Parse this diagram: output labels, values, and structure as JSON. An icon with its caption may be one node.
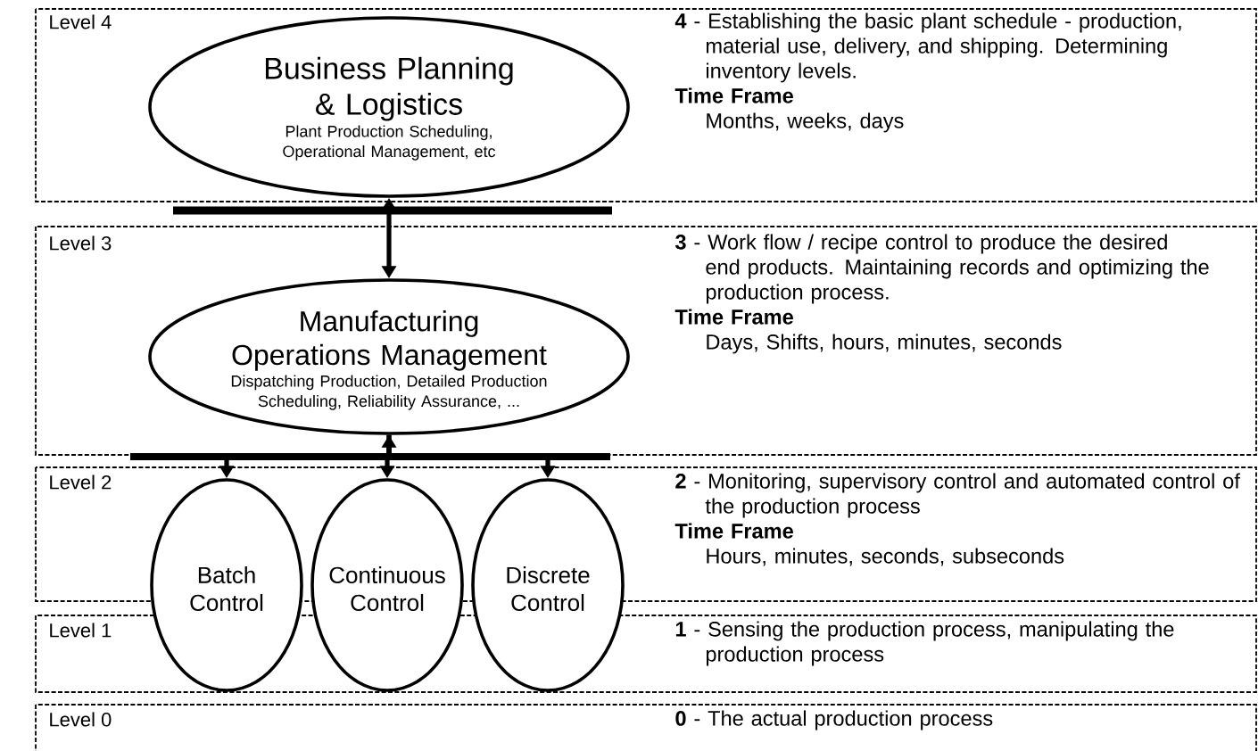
{
  "diagram": {
    "nodes": [
      {
        "text": [
          "Level 4",
          "**4** - Establishing the basic plant schedule - production, material use, delivery, and shipping. Determining inventory levels.",
          "Time Frame",
          "Months, weeks, days"
        ]
      },
      {
        "text": [
          "Business Planning & Logistics",
          "Plant Production Scheduling, Operational Management, etc"
        ],
        "in": 0
      },
      {
        "text": [
          "Level 3",
          "**3** - Work flow / recipe control to produce the desired end products. Maintaining records and optimizing the production process.",
          "Time Frame",
          "Days, Shifts, hours, minutes, seconds"
        ]
      },
      {
        "text": [
          "Manufacturing Operations Management",
          "Dispatching Production, Detailed Production Scheduling, Reliability Assurance, ..."
        ],
        "in": 2
      },
      {
        "text": [
          "Level 2",
          "**2** - Monitoring, supervisory control and automated control of the production process",
          "Time Frame",
          "Hours, minutes, seconds, subseconds"
        ]
      },
      {
        "text": [
          "Level 1",
          "**1** - Sensing the production process, manipulating the production process"
        ]
      },
      {
        "text": [
          "Level 0",
          "**0** - The actual production process"
        ]
      },
      {
        "text": [
          "Batch Control"
        ]
      },
      {
        "text": [
          "Continuous Control"
        ]
      },
      {
        "text": [
          "Discrete Control"
        ]
      }
    ],
    "edges": [
      {
        "from": 1,
        "to": 3,
        "arrow": "both"
      },
      {
        "from": 3,
        "to": 7,
        "arrow": "to"
      },
      {
        "from": 3,
        "to": 8,
        "arrow": "both"
      },
      {
        "from": 3,
        "to": 9,
        "arrow": "to"
      }
    ]
  }
}
